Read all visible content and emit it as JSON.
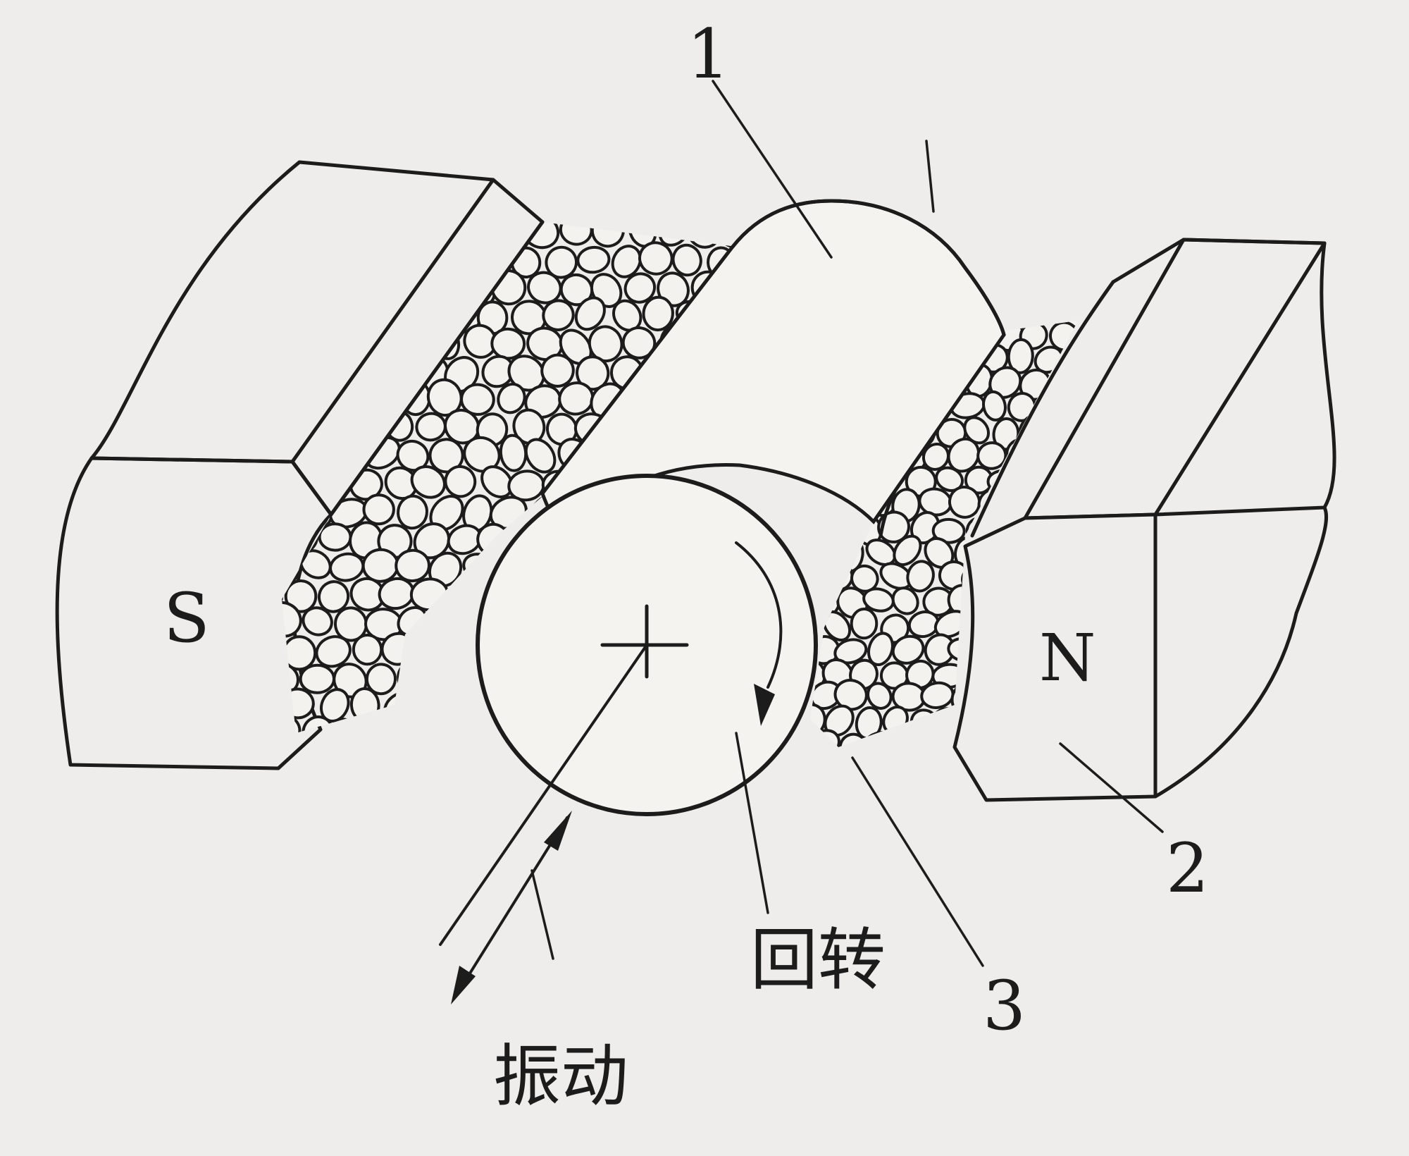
{
  "labels": {
    "pole_s": "S",
    "pole_n": "N",
    "callout_1": "1",
    "callout_2": "2",
    "callout_3": "3",
    "rotation": "回转",
    "vibration": "振动"
  },
  "colors": {
    "paper": "#eeedeb",
    "ink": "#1c1c1c"
  }
}
